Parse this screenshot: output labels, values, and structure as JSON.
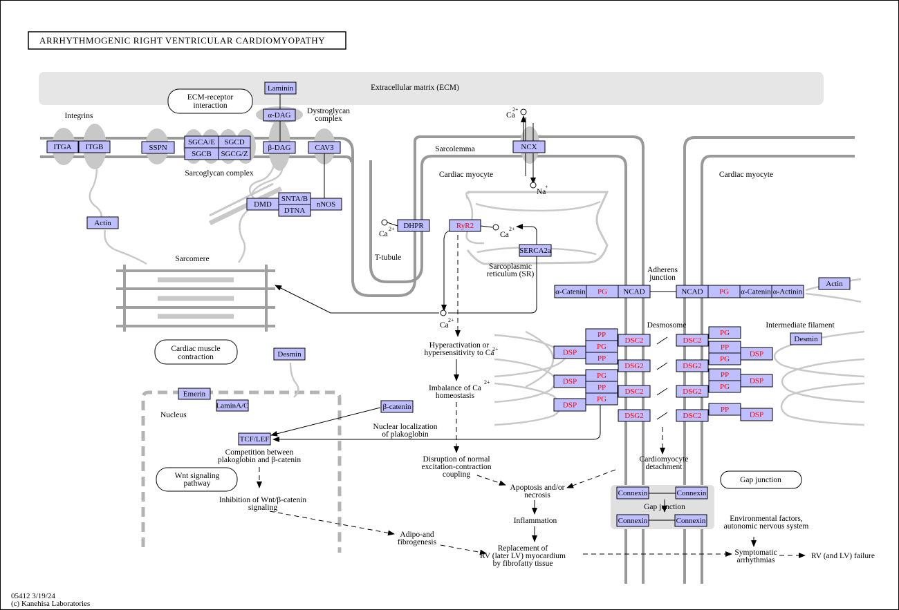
{
  "title": "ARRHYTHMOGENIC  RIGHT  VENTRICULAR  CARDIOMYOPATHY",
  "footer": {
    "line1": "05412 3/19/24",
    "line2": "(c) Kanehisa Laboratories"
  },
  "colors": {
    "gene_fill": "#bfbfff",
    "highlight_text": "#ff0000",
    "membrane": "#999999",
    "region": "#e6e6e6"
  },
  "genes": {
    "laminin": "Laminin",
    "adag": "α-DAG",
    "itga": "ITGA",
    "itgb": "ITGB",
    "sspn": "SSPN",
    "sgcae": "SGCA/E",
    "sgcd": "SGCD",
    "sgcb": "SGCB",
    "sgcgz": "SGCG/Z",
    "bdag": "β-DAG",
    "cav3": "CAV3",
    "ncx": "NCX",
    "snta": "SNTA/B",
    "dtna": "DTNA",
    "dmd": "DMD",
    "nnos": "nNOS",
    "actin": "Actin",
    "dhpr": "DHPR",
    "ryr2": "RyR2",
    "serca2a": "SERCA2a",
    "desmin": "Desmin",
    "emerin": "Emerin",
    "laminac": "LaminA/C",
    "bcatenin": "β-catenin",
    "tcflef": "TCF/LEF",
    "acatenin": "α-Catenin",
    "pg": "PG",
    "ncad": "NCAD",
    "aactinin": "α-Actinin",
    "pp": "PP",
    "dsp": "DSP",
    "dsc2": "DSC2",
    "dsg2": "DSG2",
    "connexin": "Connexin"
  },
  "maps": {
    "ecm_receptor": [
      "ECM-receptor",
      "interaction"
    ],
    "cardiac_muscle": [
      "Cardiac muscle",
      "contraction"
    ],
    "wnt": [
      "Wnt signaling",
      "pathway"
    ],
    "gap_junction": "Gap junction"
  },
  "labels": {
    "ecm": "Extracellular matrix (ECM)",
    "integrins": "Integrins",
    "dystroglycan": [
      "Dystroglycan",
      "complex"
    ],
    "sarcoglycan": "Sarcoglycan complex",
    "sarcolemma": "Sarcolemma",
    "cardiac_myocyte": "Cardiac myocyte",
    "t_tubule": "T-tubule",
    "sarcomere": "Sarcomere",
    "sr": [
      "Sarcoplasmic",
      "reticulum (SR)"
    ],
    "nucleus": "Nucleus",
    "adherens": [
      "Adherens",
      "junction"
    ],
    "desmosome": "Desmosome",
    "intermediate": "Intermediate filament",
    "gap_junction_inner": "Gap junction",
    "ca": "Ca",
    "ca_charge": "2+",
    "na": "Na",
    "na_charge": "+",
    "hyperactivation": [
      "Hyperactivation or",
      "hypersensitivity to Ca"
    ],
    "imbalance": [
      "Imbalance of Ca",
      "homeostasis"
    ],
    "nuclear_loc": [
      "Nuclear localization",
      "of plakoglobin"
    ],
    "competition": [
      "Competition between",
      "plakoglobin and β-catenin"
    ],
    "inhibition": [
      "Inhibition of Wnt/β-catenin",
      "signaling"
    ],
    "disruption": [
      "Disruption of normal",
      "excitation-contraction",
      "coupling"
    ],
    "apoptosis": [
      "Apoptosis and/or",
      "necrosis"
    ],
    "inflammation": "Inflammation",
    "adipo": [
      "Adipo-and",
      "fibrogenesis"
    ],
    "replacement": [
      "Replacement of",
      "RV (later LV) myocardium",
      "by fibrofatty tissue"
    ],
    "detachment": [
      "Cardiomyocyte",
      "detachment"
    ],
    "environmental": [
      "Environmental factors,",
      "autonomic nervous system"
    ],
    "symptomatic": [
      "Symptomatic",
      "arrhythmias"
    ],
    "failure": "RV (and LV) failure"
  }
}
